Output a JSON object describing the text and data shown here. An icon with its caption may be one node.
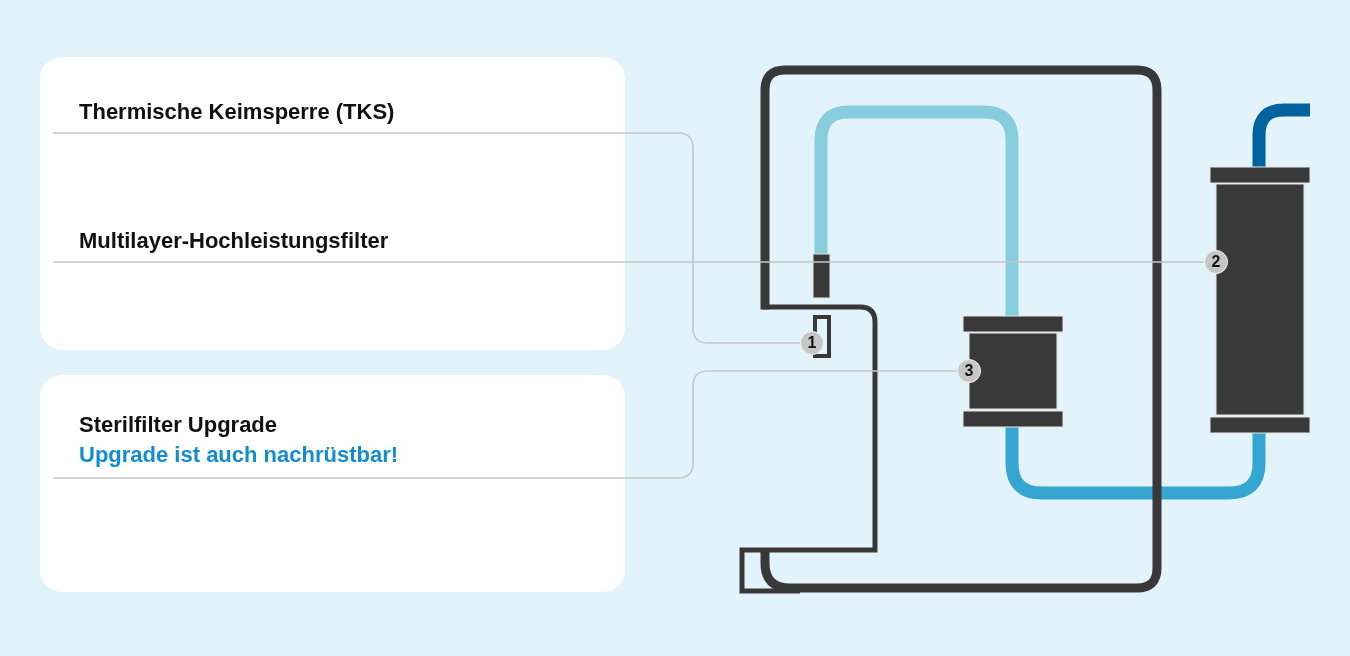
{
  "diagram": {
    "nodes": [
      {
        "text": [],
        "shape": "box"
      },
      {
        "text": [
          "Thermische Keimsperre (TKS)"
        ],
        "in": 0
      },
      {
        "text": [
          "Multilayer-Hochleistungsfilter"
        ],
        "in": 0
      },
      {
        "text": [],
        "shape": "box"
      },
      {
        "text": [
          "Sterilfilter Upgrade",
          "Upgrade ist auch nachrüstbar!"
        ],
        "in": 3
      },
      {
        "text": [
          "1"
        ]
      },
      {
        "text": [
          "2"
        ]
      },
      {
        "text": [
          "3"
        ]
      }
    ],
    "edges": [
      {
        "from": 1,
        "to": 5,
        "arrow": "none"
      },
      {
        "from": 2,
        "to": 6,
        "arrow": "none"
      },
      {
        "from": 4,
        "to": 7,
        "arrow": "none"
      }
    ]
  }
}
